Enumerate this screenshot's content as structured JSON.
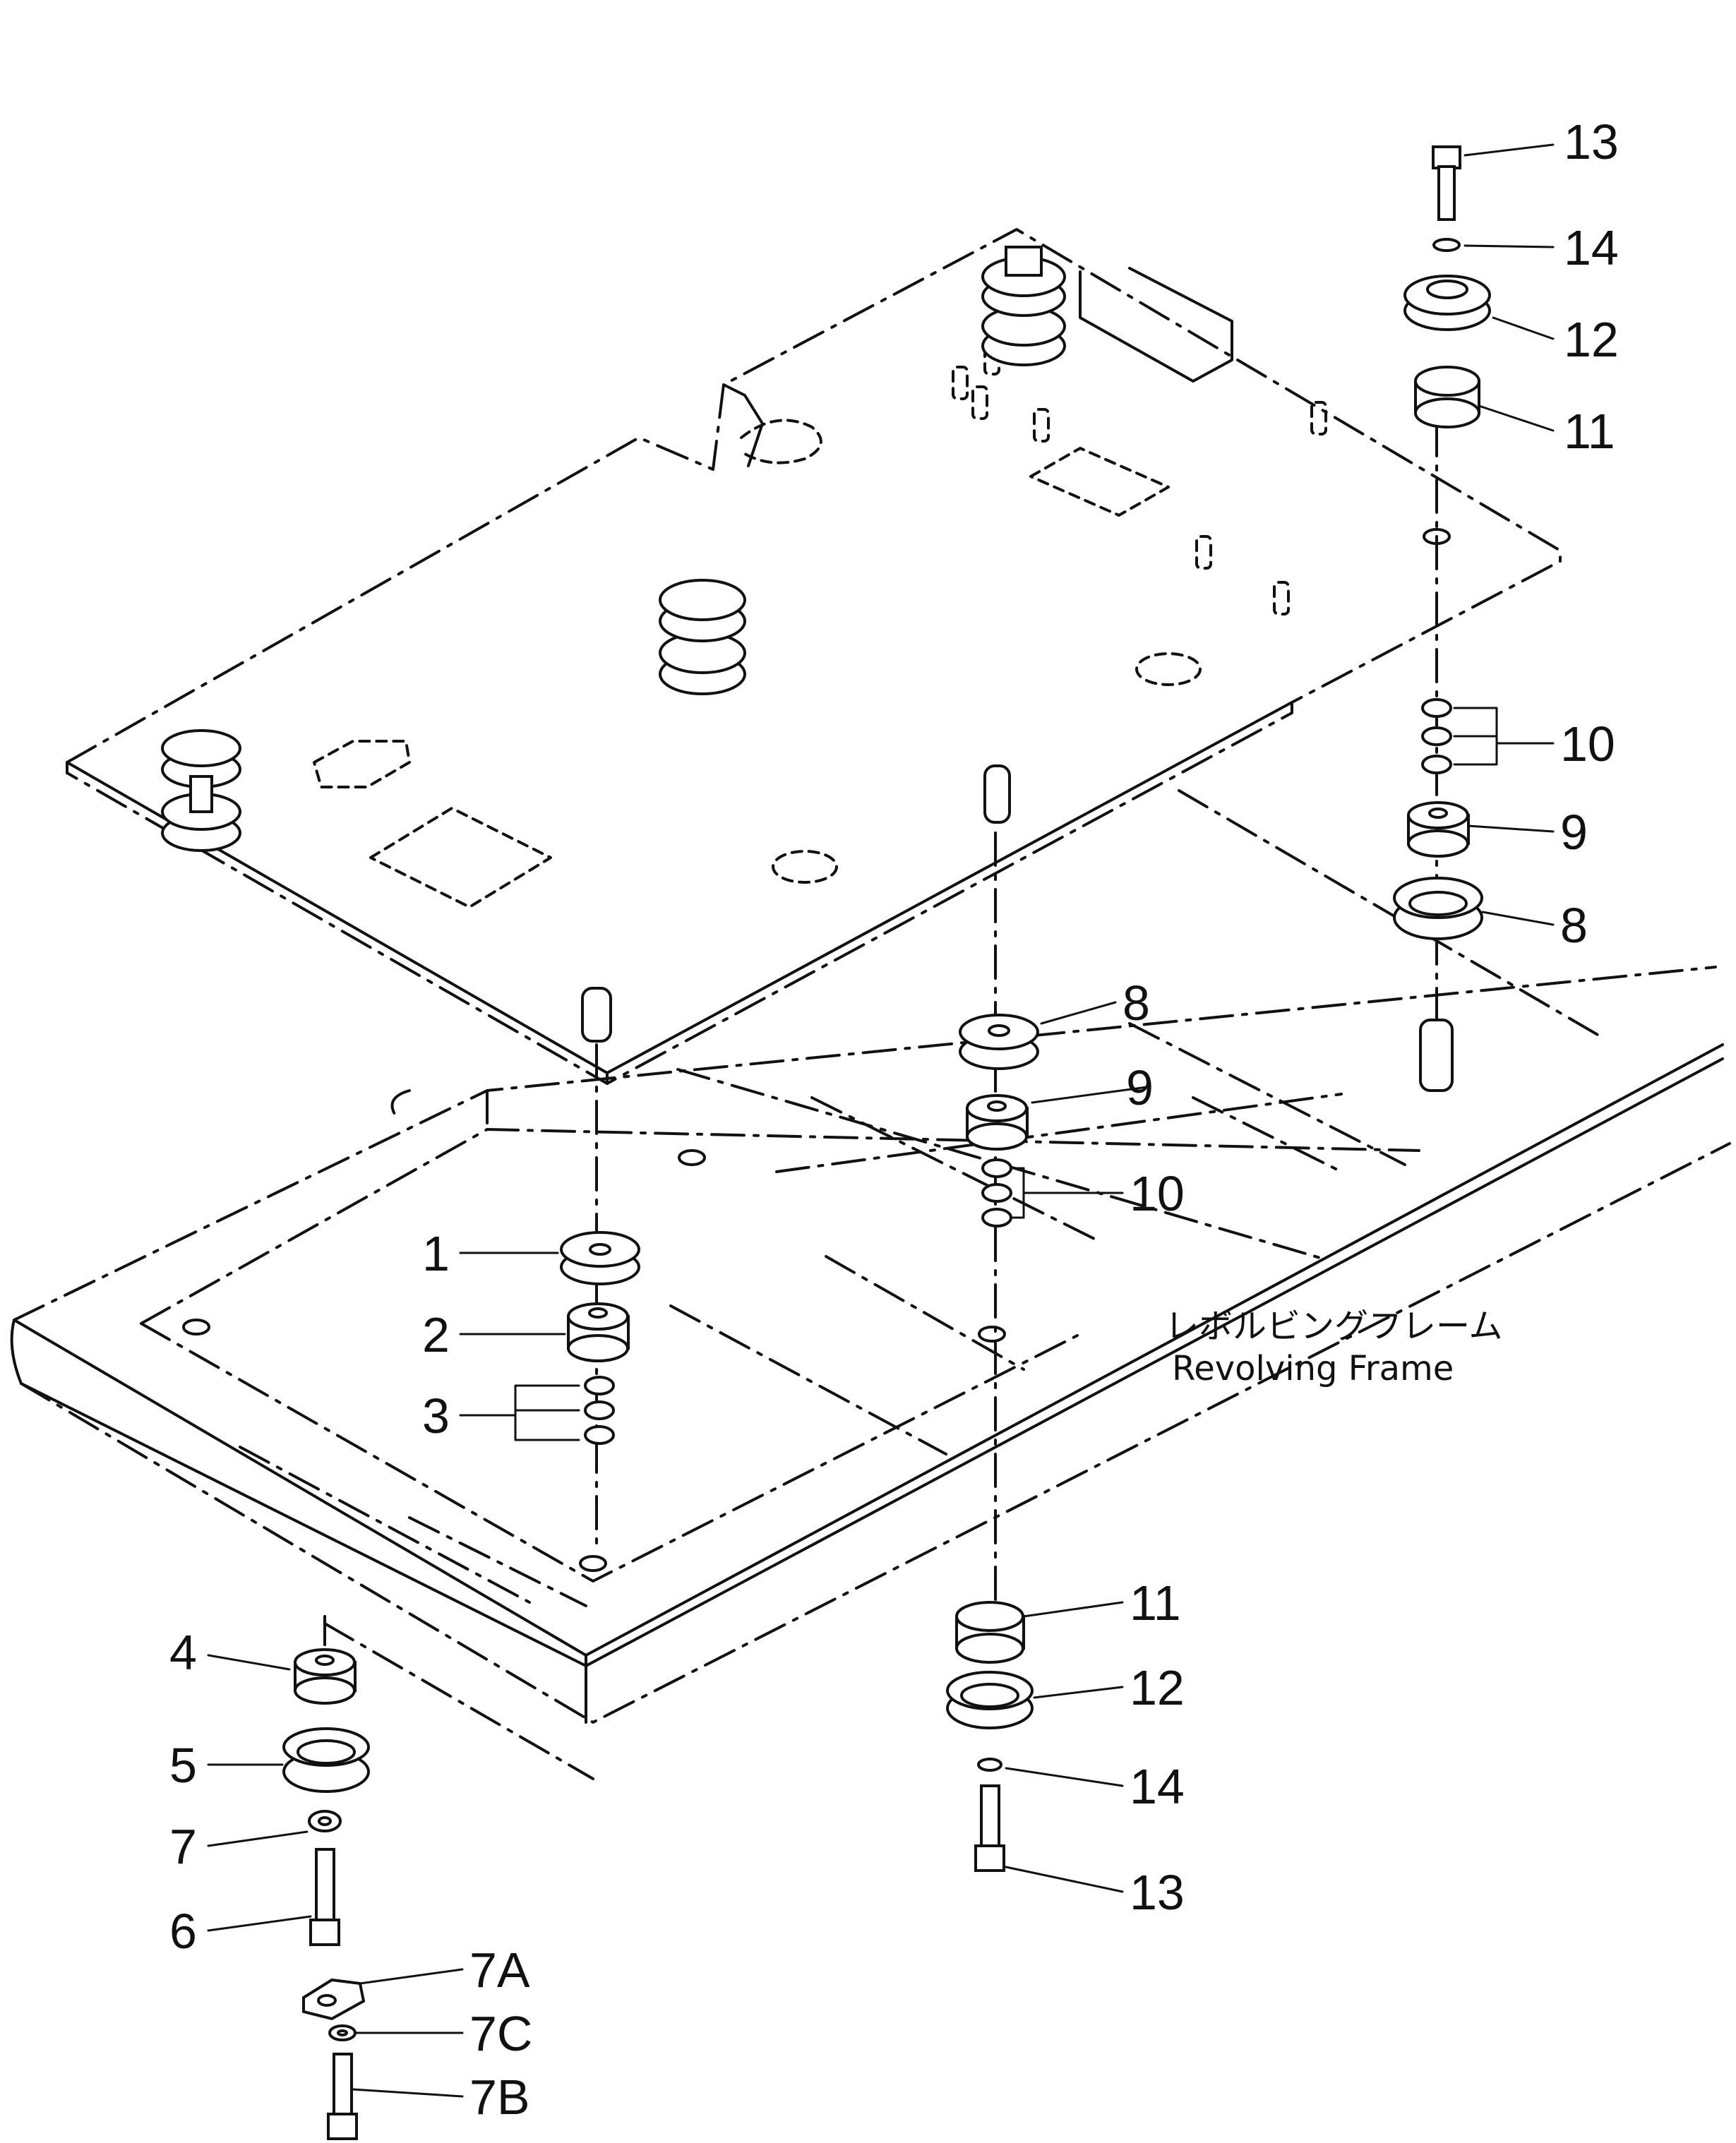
{
  "callouts": {
    "p1": "1",
    "p2": "2",
    "p3": "3",
    "p4": "4",
    "p5": "5",
    "p6": "6",
    "p7": "7",
    "p7a": "7A",
    "p7b": "7B",
    "p7c": "7C",
    "p8a": "8",
    "p8b": "8",
    "p9a": "9",
    "p9b": "9",
    "p10a": "10",
    "p10b": "10",
    "p11a": "11",
    "p11b": "11",
    "p12a": "12",
    "p12b": "12",
    "p13a": "13",
    "p13b": "13",
    "p14a": "14",
    "p14b": "14"
  },
  "frame_label": {
    "japanese": "レボルビングフレーム",
    "english": "Revolving Frame"
  }
}
